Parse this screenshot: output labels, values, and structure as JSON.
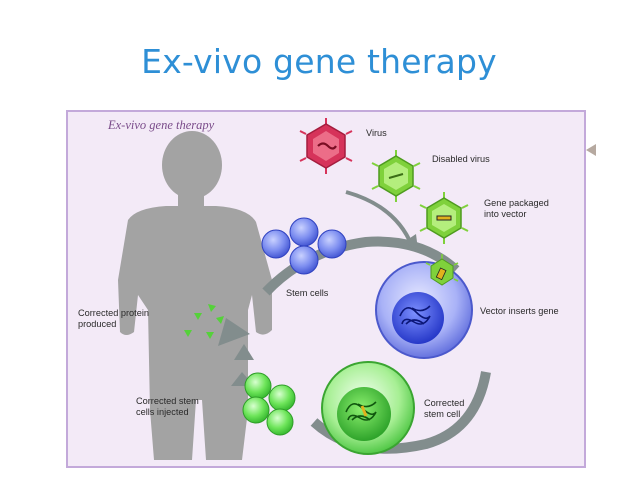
{
  "title": "Ex-vivo gene therapy",
  "figure": {
    "inner_title": "Ex-vivo gene therapy",
    "labels": {
      "virus": "Virus",
      "disabled_virus": "Disabled virus",
      "gene_packaged_1": "Gene packaged",
      "gene_packaged_2": "into vector",
      "stem_cells": "Stem cells",
      "vector_inserts": "Vector inserts gene",
      "corrected_protein_1": "Corrected protein",
      "corrected_protein_2": "produced",
      "corrected_injected_1": "Corrected stem",
      "corrected_injected_2": "cells injected",
      "corrected_stem_1": "Corrected",
      "corrected_stem_2": "stem cell"
    },
    "colors": {
      "background": "#f3e9f7",
      "border": "#b89fd0",
      "figure": "#a3a3a3",
      "virus_red": "#d6335a",
      "virus_green": "#7fd13b",
      "stem_blue": "#5b6ee0",
      "corrected_green": "#4fdc3e",
      "cycle_arrow": "#7f8c8c"
    }
  }
}
